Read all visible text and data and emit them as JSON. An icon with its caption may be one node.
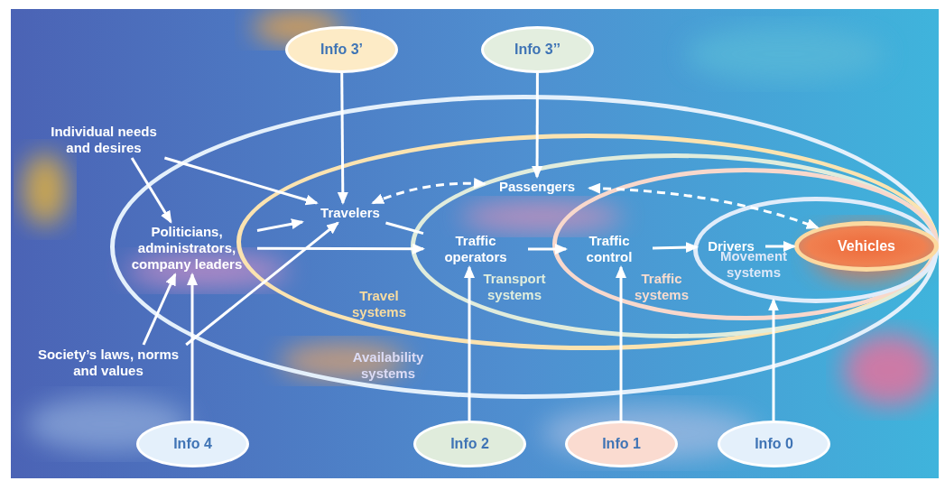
{
  "diagram": {
    "nodes": [
      {
        "text": [
          "Availability systems"
        ]
      },
      {
        "text": [
          "Travel systems"
        ],
        "in": 0
      },
      {
        "text": [
          "Transport systems"
        ],
        "in": 1
      },
      {
        "text": [
          "Traffic systems"
        ],
        "in": 2
      },
      {
        "text": [
          "Movement systems"
        ],
        "in": 3
      },
      {
        "text": [
          "Vehicles"
        ],
        "in": 4
      },
      {
        "text": [
          "Info 3’"
        ]
      },
      {
        "text": [
          "Info 3’’"
        ]
      },
      {
        "text": [
          "Individual needs and desires"
        ]
      },
      {
        "text": [
          "Politicians, administrators, company leaders"
        ],
        "in": 0
      },
      {
        "text": [
          "Travelers"
        ],
        "in": 1
      },
      {
        "text": [
          "Passengers"
        ],
        "in": 2
      },
      {
        "text": [
          "Traffic operators"
        ],
        "in": 2
      },
      {
        "text": [
          "Traffic control"
        ],
        "in": 3
      },
      {
        "text": [
          "Drivers"
        ],
        "in": 4
      },
      {
        "text": [
          "Society’s laws, norms and values"
        ]
      },
      {
        "text": [
          "Info 4"
        ]
      },
      {
        "text": [
          "Info 2"
        ]
      },
      {
        "text": [
          "Info 1"
        ]
      },
      {
        "text": [
          "Info 0"
        ]
      }
    ],
    "edges": [
      {
        "from": 6,
        "to": 10,
        "arrow": "to"
      },
      {
        "from": 7,
        "to": 11,
        "arrow": "to"
      },
      {
        "from": 8,
        "to": 9,
        "arrow": "to"
      },
      {
        "from": 8,
        "to": 10,
        "arrow": "to"
      },
      {
        "from": 9,
        "to": 10,
        "arrow": "to"
      },
      {
        "from": 9,
        "to": 12,
        "arrow": "to"
      },
      {
        "from": 10,
        "to": 12,
        "arrow": "none"
      },
      {
        "from": 11,
        "to": 10,
        "arrow": "both",
        "style": "dashed"
      },
      {
        "from": 11,
        "to": 5,
        "arrow": "both",
        "style": "dashed"
      },
      {
        "from": 12,
        "to": 13,
        "arrow": "to"
      },
      {
        "from": 13,
        "to": 14,
        "arrow": "to"
      },
      {
        "from": 14,
        "to": 5,
        "arrow": "to"
      },
      {
        "from": 15,
        "to": 9,
        "arrow": "to"
      },
      {
        "from": 15,
        "to": 10,
        "arrow": "to"
      },
      {
        "from": 16,
        "to": 9,
        "arrow": "to"
      },
      {
        "from": 17,
        "to": 12,
        "arrow": "to"
      },
      {
        "from": 18,
        "to": 13,
        "arrow": "to"
      },
      {
        "from": 19,
        "to": 4,
        "arrow": "to"
      }
    ]
  }
}
